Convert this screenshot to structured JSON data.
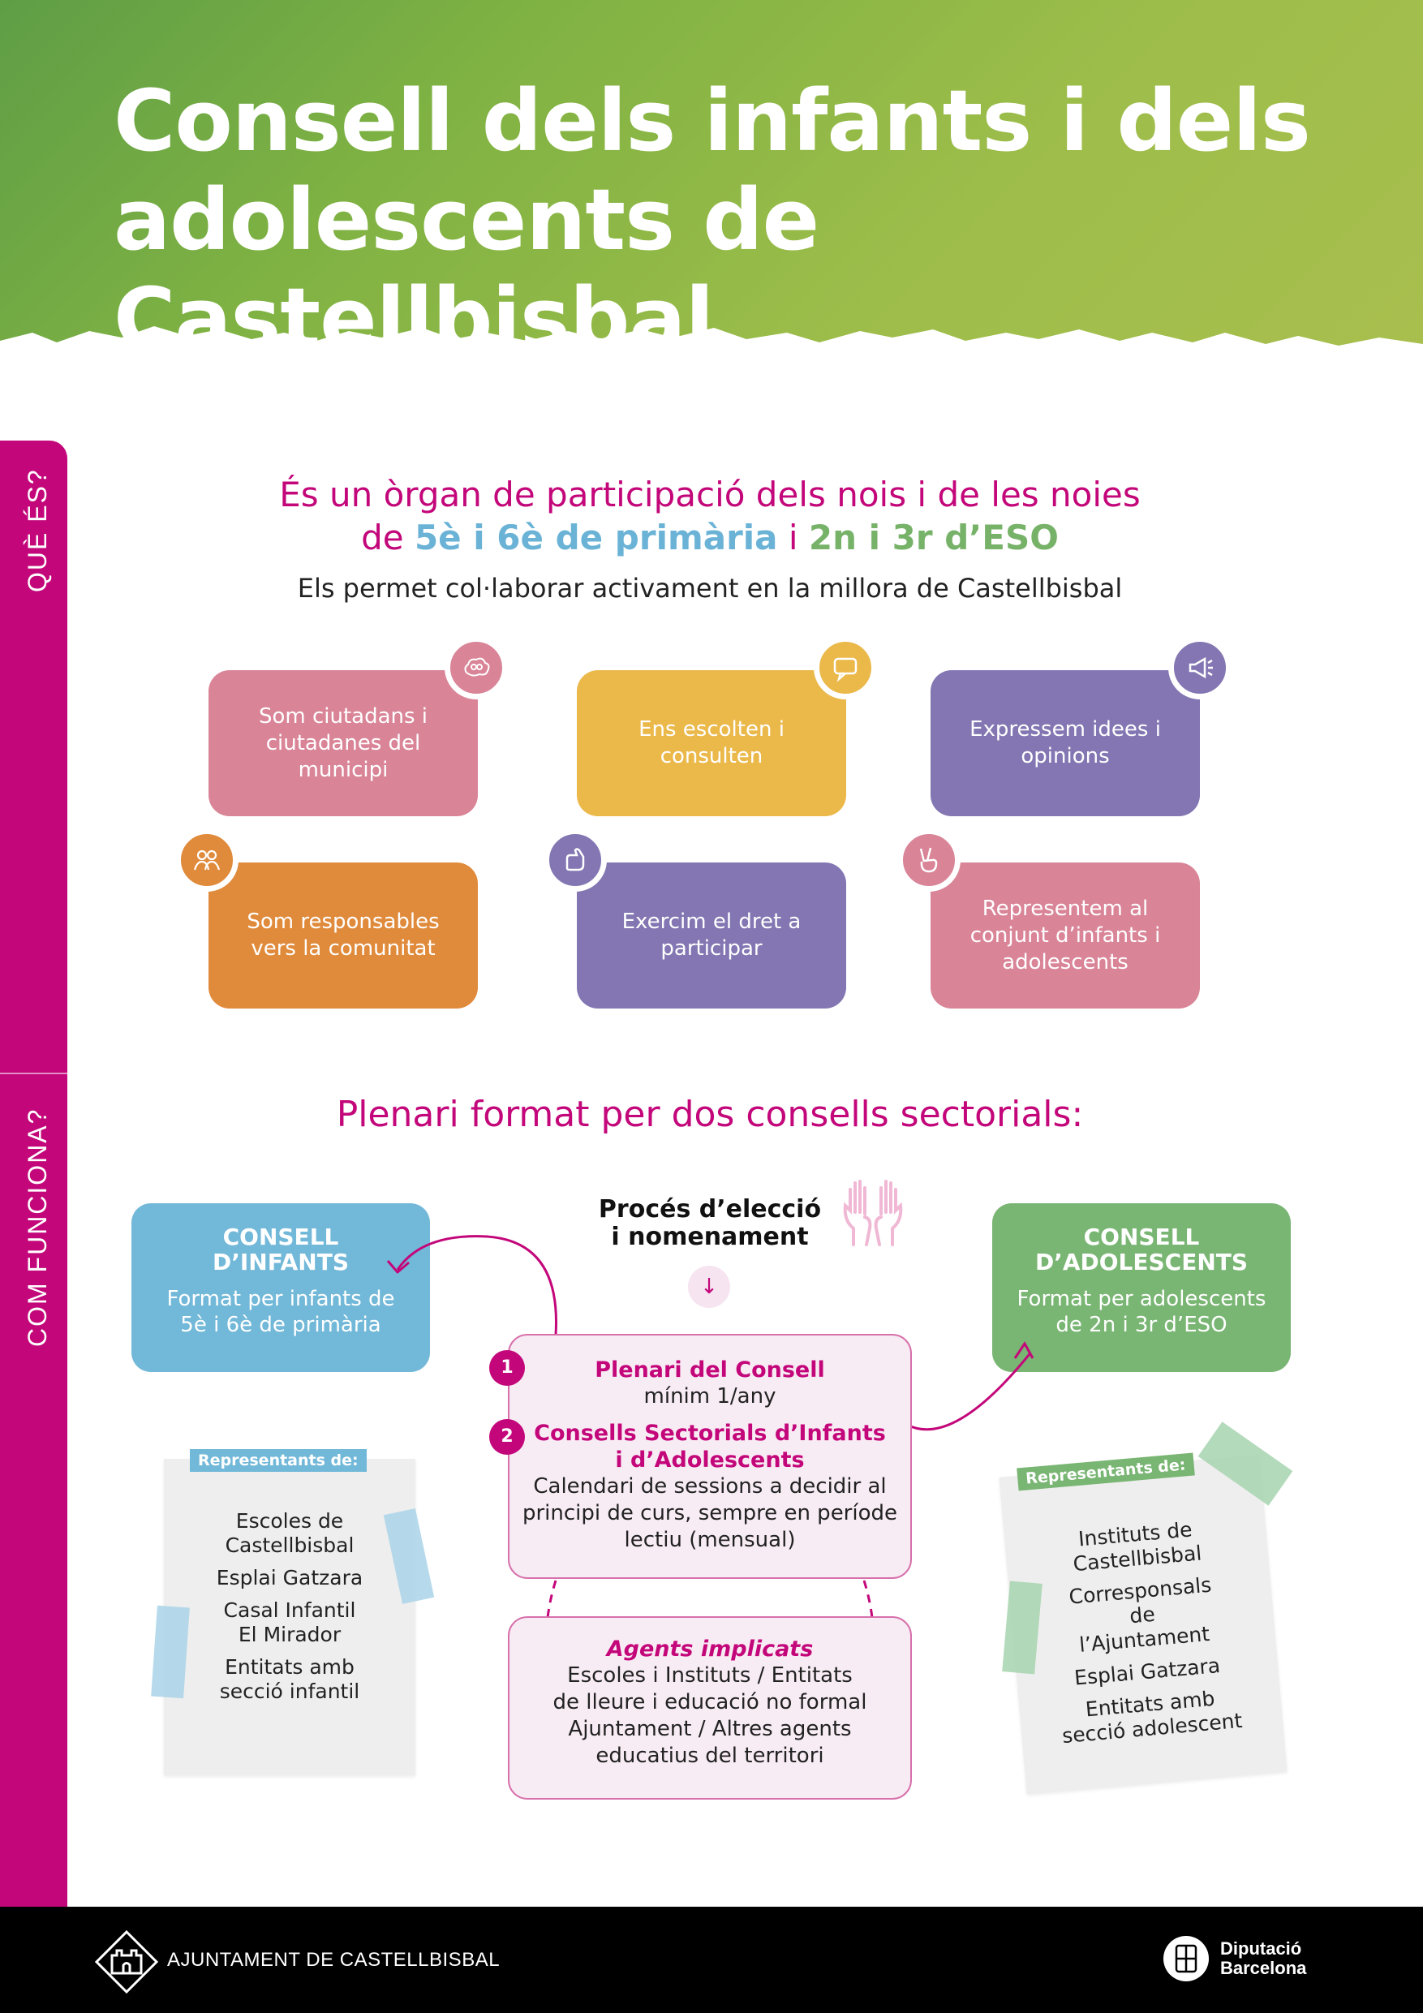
{
  "header": {
    "title_line1": "Consell dels infants i dels",
    "title_line2": "adolescents de Castellbisbal"
  },
  "sidebar": {
    "section1": "QUÈ ÉS?",
    "section2": "COM FUNCIONA?"
  },
  "intro": {
    "line1": "És un òrgan de participació dels nois i de les noies",
    "line2_pre": "de ",
    "line2_blue": "5è i 6è de primària",
    "line2_mid": " i ",
    "line2_green": "2n i 3r d’ESO",
    "line3": "Els permet col·laborar activament en la millora de Castellbisbal"
  },
  "cards": [
    {
      "text": "Som ciutadans i ciutadanes del municipi",
      "color": "#d98497",
      "icon": "people-cloud-icon"
    },
    {
      "text": "Ens escolten i consulten",
      "color": "#ebb84a",
      "icon": "speech-bubble-icon"
    },
    {
      "text": "Expressem idees i opinions",
      "color": "#8376b2",
      "icon": "megaphone-icon"
    },
    {
      "text": "Som responsables vers la comunitat",
      "color": "#e08a3b",
      "icon": "group-people-icon"
    },
    {
      "text": "Exercim el dret a participar",
      "color": "#8376b2",
      "icon": "raised-hand-icon"
    },
    {
      "text": "Representem al conjunt d’infants i adolescents",
      "color": "#d98497",
      "icon": "victory-hand-icon"
    }
  ],
  "plenari": {
    "title": "Plenari format per dos consells sectorials:",
    "consell_infants": {
      "title_l1": "CONSELL",
      "title_l2": "D’INFANTS",
      "desc_l1": "Format per infants de",
      "desc_l2": "5è i 6è de primària",
      "color": "#72b8d8"
    },
    "consell_adolescents": {
      "title_l1": "CONSELL",
      "title_l2": "D’ADOLESCENTS",
      "desc_l1": "Format per adolescents",
      "desc_l2": "de 2n i 3r d’ESO",
      "color": "#79b573"
    },
    "proces_l1": "Procés d’elecció",
    "proces_l2": "i nomenament",
    "step1_num": "1",
    "step1_title": "Plenari del Consell",
    "step1_text": "mínim 1/any",
    "step2_num": "2",
    "step2_title_l1": "Consells Sectorials d’Infants",
    "step2_title_l2": "i d’Adolescents",
    "step2_text_l1": "Calendari de sessions a decidir al",
    "step2_text_l2": "principi de curs, sempre en període",
    "step2_text_l3": "lectiu (mensual)",
    "agents_title": "Agents implicats",
    "agents_l1": "Escoles i Instituts / Entitats",
    "agents_l2": "de lleure i educació no formal",
    "agents_l3": "Ajuntament / Altres agents",
    "agents_l4": "educatius del territori"
  },
  "rep_infants": {
    "tag": "Representants de:",
    "items": [
      "Escoles de Castellbisbal",
      "Esplai Gatzara",
      "Casal Infantil El Mirador",
      "Entitats amb secció infantil"
    ]
  },
  "rep_adolescents": {
    "tag": "Representants de:",
    "items": [
      "Instituts de Castellbisbal",
      "Corresponsals de l’Ajuntament",
      "Esplai Gatzara",
      "Entitats amb secció adolescent"
    ]
  },
  "footer": {
    "ajuntament": "AJUNTAMENT DE CASTELLBISBAL",
    "diputacio_l1": "Diputació",
    "diputacio_l2": "Barcelona"
  }
}
